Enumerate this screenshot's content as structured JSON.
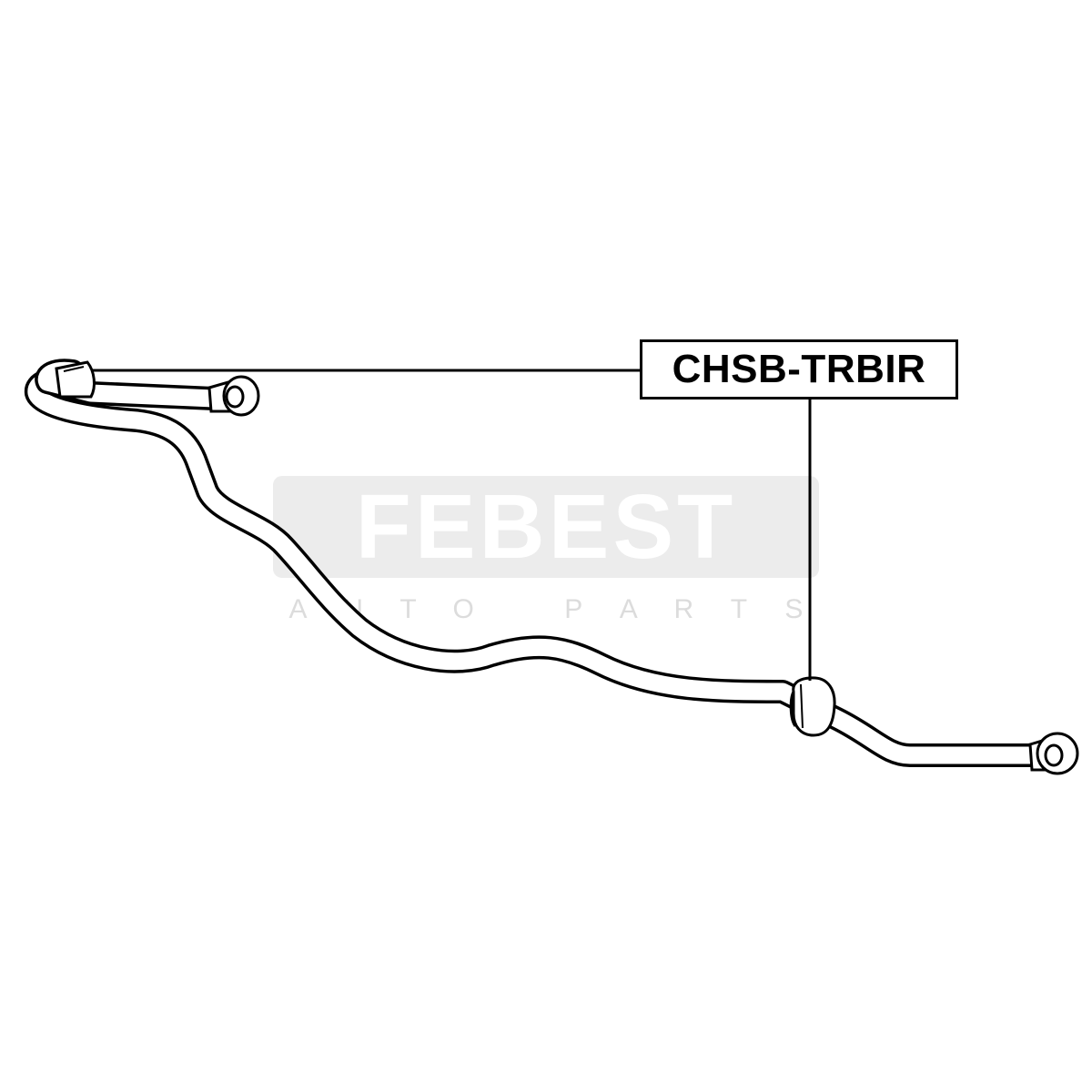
{
  "part_number": "CHSB-TRBIR",
  "watermark": {
    "brand": "FEBEST",
    "tagline_letters": [
      "A",
      "U",
      "T",
      "O",
      "",
      "P",
      "A",
      "R",
      "T",
      "S"
    ]
  },
  "colors": {
    "line": "#000000",
    "watermark_bg": "#ececec",
    "watermark_sub": "#dcdcdc",
    "background": "#ffffff"
  }
}
